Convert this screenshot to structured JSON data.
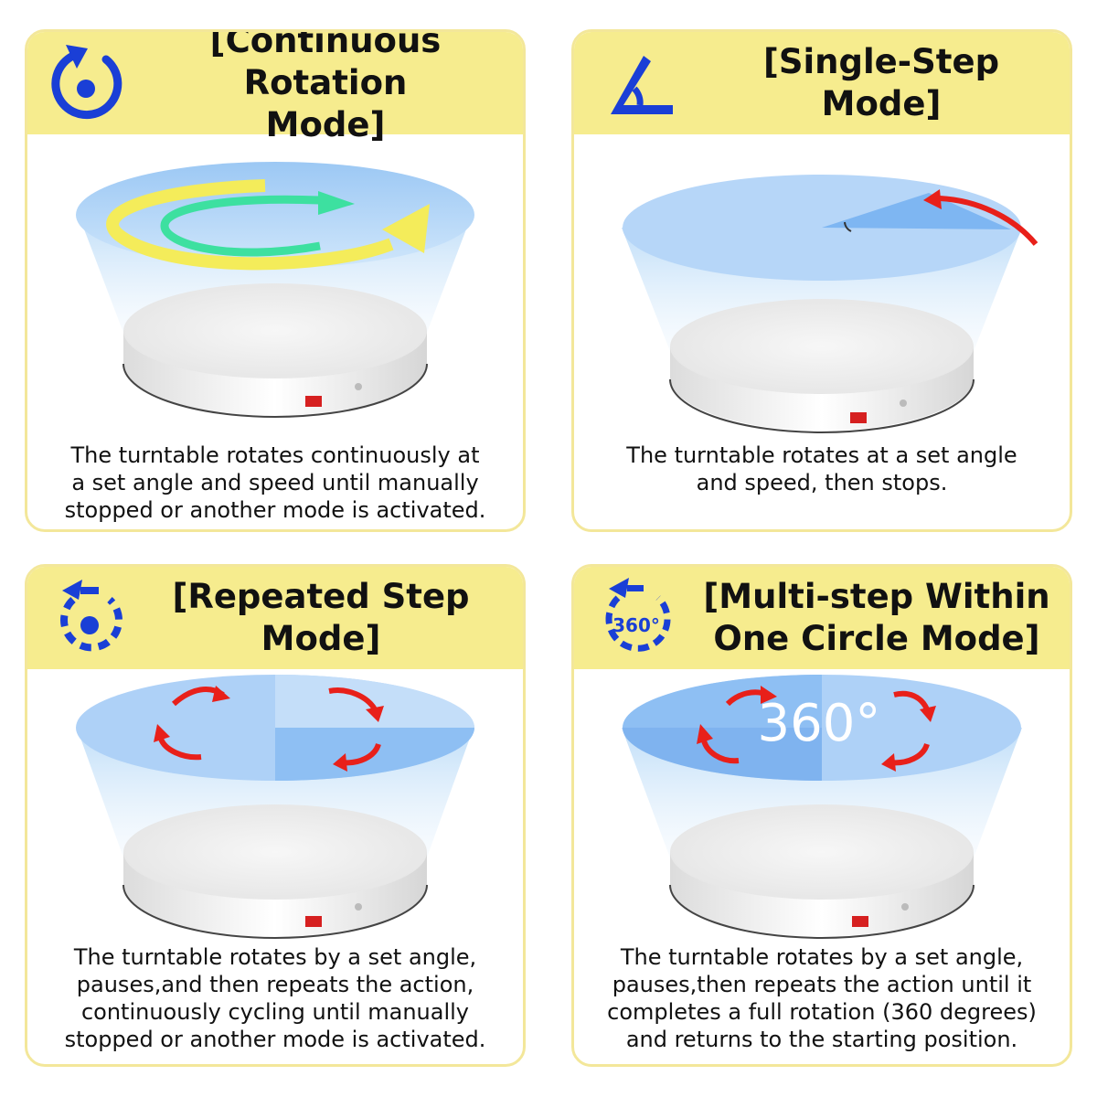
{
  "cards": [
    {
      "title_line1": "[Continuous Rotation",
      "title_line2": "Mode]",
      "icon": "continuous-rotation-icon",
      "desc": [
        "The turntable rotates continuously at",
        "a set angle and speed until manually",
        "stopped or another mode is activated."
      ]
    },
    {
      "title_line1": "[Single-Step Mode]",
      "icon": "angle-icon",
      "desc": [
        "The turntable rotates at a set angle",
        "and speed, then stops."
      ]
    },
    {
      "title_line1": "[Repeated Step Mode]",
      "icon": "repeat-step-icon",
      "desc": [
        "The turntable rotates by a set angle,",
        "pauses,and then repeats the action,",
        "continuously cycling until manually",
        "stopped or another mode is activated."
      ]
    },
    {
      "title_line1": "[Multi-step Within",
      "title_line2": "One Circle Mode]",
      "icon": "circle-360-icon",
      "icon_label": "360°",
      "overlay_label": "360°",
      "desc": [
        "The turntable rotates by a set angle,",
        "pauses,then repeats the action until it",
        "completes a full rotation (360 degrees)",
        "and returns to the starting position."
      ]
    }
  ],
  "colors": {
    "header_bg": "#f6ec8e",
    "border": "#f3e79a",
    "icon_blue": "#1a3fd6",
    "arrow_red": "#e8201a",
    "arrow_green": "#3de0a0",
    "arrow_yellow": "#f4ec5a",
    "disk_blue": "#a9d3f7"
  }
}
